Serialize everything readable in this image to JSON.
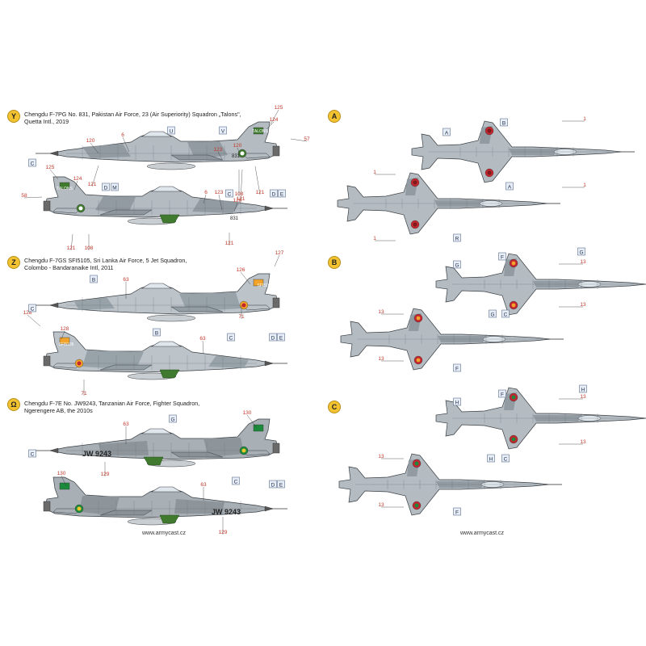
{
  "colors": {
    "camo_light": "#b4bcc2",
    "camo_dark": "#8e979e",
    "belly": "#c8ced2",
    "green_panel": "#3f7a2f",
    "roundel_red": "#c3262f",
    "callout_red": "#c0392b",
    "letter_box": "#e8eef8",
    "letter_border": "#5a6f8c",
    "badge_yellow": "#f2c230"
  },
  "schemes": [
    {
      "badge": "Y",
      "caption_lines": [
        "Chengdu F-7PG No. 831, Pakistan Air Force, 23 (Air Superiority) Squadron „Talons\",",
        "Quetta Intl., 2019"
      ]
    },
    {
      "badge": "Z",
      "caption_lines": [
        "Chengdu F-7GS SFI5105, Sri Lanka Air Force, 5 Jet Squadron,",
        "Colombo - Bandaranaike Intl, 2011"
      ]
    },
    {
      "badge": "Ω",
      "caption_lines": [
        "Chengdu F-7E No. JW9243, Tanzanian Air Force, Fighter Squadron,",
        "Ngerengere AB, the 2010s"
      ]
    }
  ],
  "plan_views": [
    {
      "badge": "A"
    },
    {
      "badge": "B"
    },
    {
      "badge": "C"
    }
  ],
  "markings": {
    "pak_serial": "831",
    "pak_tail": "TALONS",
    "slaf_serial": "SFI5105",
    "tz_serial": "JW 9243"
  },
  "callouts": {
    "y_top": [
      "125",
      "124",
      "57",
      "120",
      "6",
      "121",
      "121",
      "123",
      "108",
      "121",
      "120"
    ],
    "y_bottom": [
      "125",
      "124",
      "58",
      "6",
      "123",
      "120",
      "121",
      "108",
      "121"
    ],
    "z_top": [
      "127",
      "126",
      "63",
      "71"
    ],
    "z_bottom": [
      "128",
      "128",
      "63",
      "71"
    ],
    "w_top": [
      "130",
      "63",
      "129"
    ],
    "w_bottom": [
      "130",
      "63",
      "129"
    ],
    "a_top": [
      "1",
      "1"
    ],
    "a_bottom": [
      "1",
      "1"
    ],
    "b_top": [
      "13",
      "13"
    ],
    "b_bottom": [
      "13",
      "13"
    ],
    "c_top": [
      "13",
      "13"
    ],
    "c_bottom": [
      "13",
      "13"
    ]
  },
  "letters": {
    "y_top": [
      "U",
      "V",
      "C",
      "D",
      "M",
      "C",
      "D",
      "E"
    ],
    "y_bottom": [
      "C",
      "D",
      "E"
    ],
    "z_top": [
      "B",
      "C",
      "D",
      "E",
      "B"
    ],
    "z_bottom": [
      "C",
      "D",
      "E"
    ],
    "w_top": [
      "G",
      "C",
      "C"
    ],
    "w_bottom": [
      "C",
      "D",
      "E"
    ],
    "a_top": [
      "A",
      "B"
    ],
    "a_bottom": [
      "A",
      "R"
    ],
    "b_top": [
      "G",
      "F",
      "G"
    ],
    "b_bottom": [
      "G",
      "C",
      "F"
    ],
    "c_top": [
      "H",
      "F",
      "H"
    ],
    "c_bottom": [
      "H",
      "C",
      "F"
    ]
  },
  "footers": [
    "www.armycast.cz",
    "www.armycast.cz"
  ]
}
